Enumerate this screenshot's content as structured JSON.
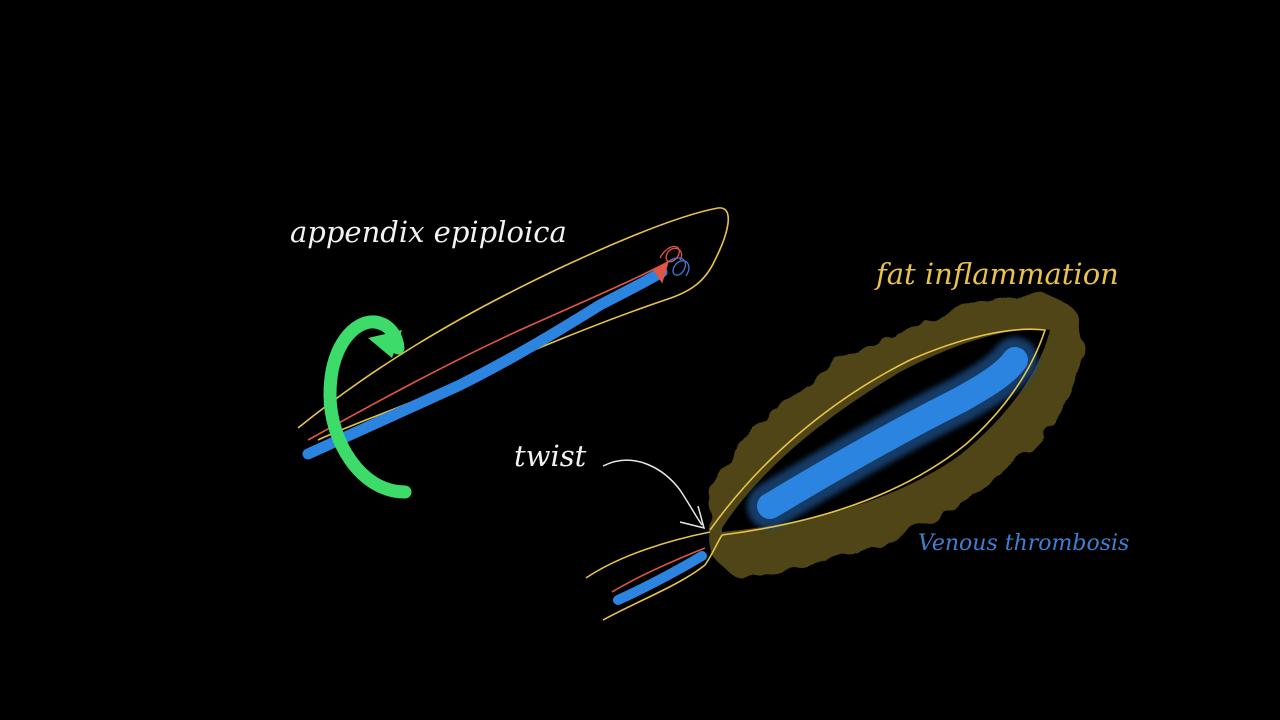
{
  "diagram": {
    "labels": {
      "appendix": "appendix epiploica",
      "twist": "twist",
      "fat_inflammation": "fat inflammation",
      "venous_thrombosis": "Venous thrombosis"
    },
    "colors": {
      "background": "#000000",
      "outline": "#e6c34a",
      "artery": "#e05545",
      "vein": "#2b84e0",
      "rotation_arrow": "#3ddc6a",
      "inflamed_fat": "#4f4413",
      "label_white": "#f2f2f2",
      "label_yellow": "#e8c24c",
      "label_blue": "#3f7fd0",
      "clot": "#e8484d"
    }
  }
}
